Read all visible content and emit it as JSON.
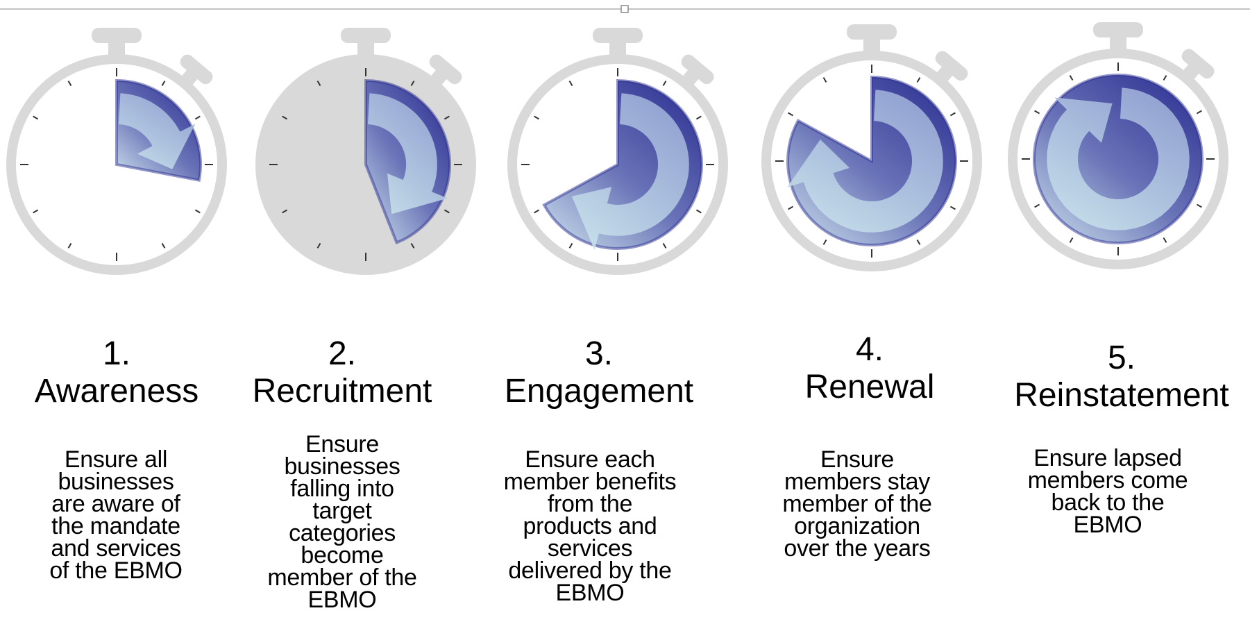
{
  "colors": {
    "watch_body": "#d9d9d9",
    "watch_face": "#ffffff",
    "tick": "#333333",
    "sector_dark": "#2e3192",
    "sector_light": "#9fb0da",
    "arrow_light": "#b9d3e6"
  },
  "stages": [
    {
      "number": "1.",
      "name": "Awareness",
      "description": [
        "Ensure all",
        "businesses",
        "are aware of",
        "the mandate",
        "and services",
        "of the EBMO"
      ],
      "filled_fraction": 0.28,
      "face_shaded": false
    },
    {
      "number": "2.",
      "name": "Recruitment",
      "description": [
        "Ensure",
        "businesses",
        "falling into",
        "target",
        "categories",
        "become",
        "member of the",
        "EBMO"
      ],
      "filled_fraction": 0.44,
      "face_shaded": true
    },
    {
      "number": "3.",
      "name": "Engagement",
      "description": [
        "Ensure each",
        "member benefits",
        "from the",
        "products and",
        "services",
        "delivered by the",
        "EBMO"
      ],
      "filled_fraction": 0.67,
      "face_shaded": false
    },
    {
      "number": "4.",
      "name": "Renewal",
      "description": [
        "Ensure",
        "members stay",
        "member of the",
        "organization",
        "over the years"
      ],
      "filled_fraction": 0.83,
      "face_shaded": false
    },
    {
      "number": "5.",
      "name": "Reinstatement",
      "description": [
        "Ensure lapsed",
        "members come",
        "back to the",
        "EBMO"
      ],
      "filled_fraction": 1.0,
      "face_shaded": false
    }
  ]
}
